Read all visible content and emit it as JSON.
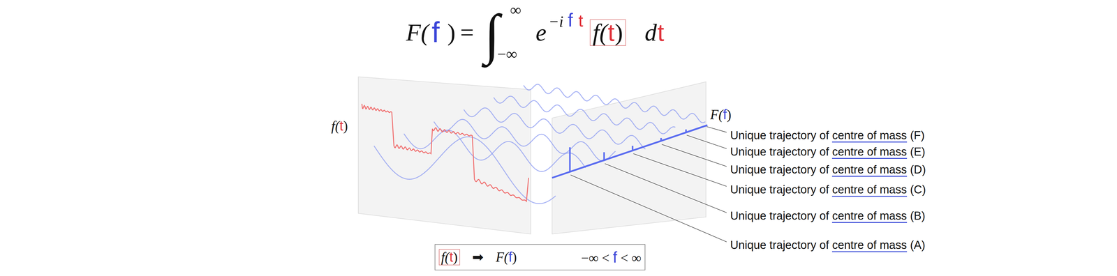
{
  "diagram": {
    "nodes": [
      {
        "text": [
          "f(",
          "t",
          ")",
          "➡",
          "F(",
          "f",
          ")",
          "−∞ <",
          "f",
          "< ∞"
        ]
      }
    ],
    "labels": [
      "F(",
      "f",
      ")",
      "=",
      "∫",
      "∞",
      "−∞",
      "e",
      "−i",
      "f",
      "t",
      "f(",
      "t",
      ")",
      "d",
      "t",
      "f(",
      "t",
      ")",
      "F(",
      "f",
      ")",
      "Unique trajectory of",
      "centre of mass",
      "(F)",
      "Unique trajectory of",
      "centre of mass",
      "(E)",
      "Unique trajectory of",
      "centre of mass",
      "(D)",
      "Unique trajectory of",
      "centre of mass",
      "(C)",
      "Unique trajectory of",
      "centre of mass",
      "(B)",
      "Unique trajectory of",
      "centre of mass",
      "(A)"
    ]
  }
}
